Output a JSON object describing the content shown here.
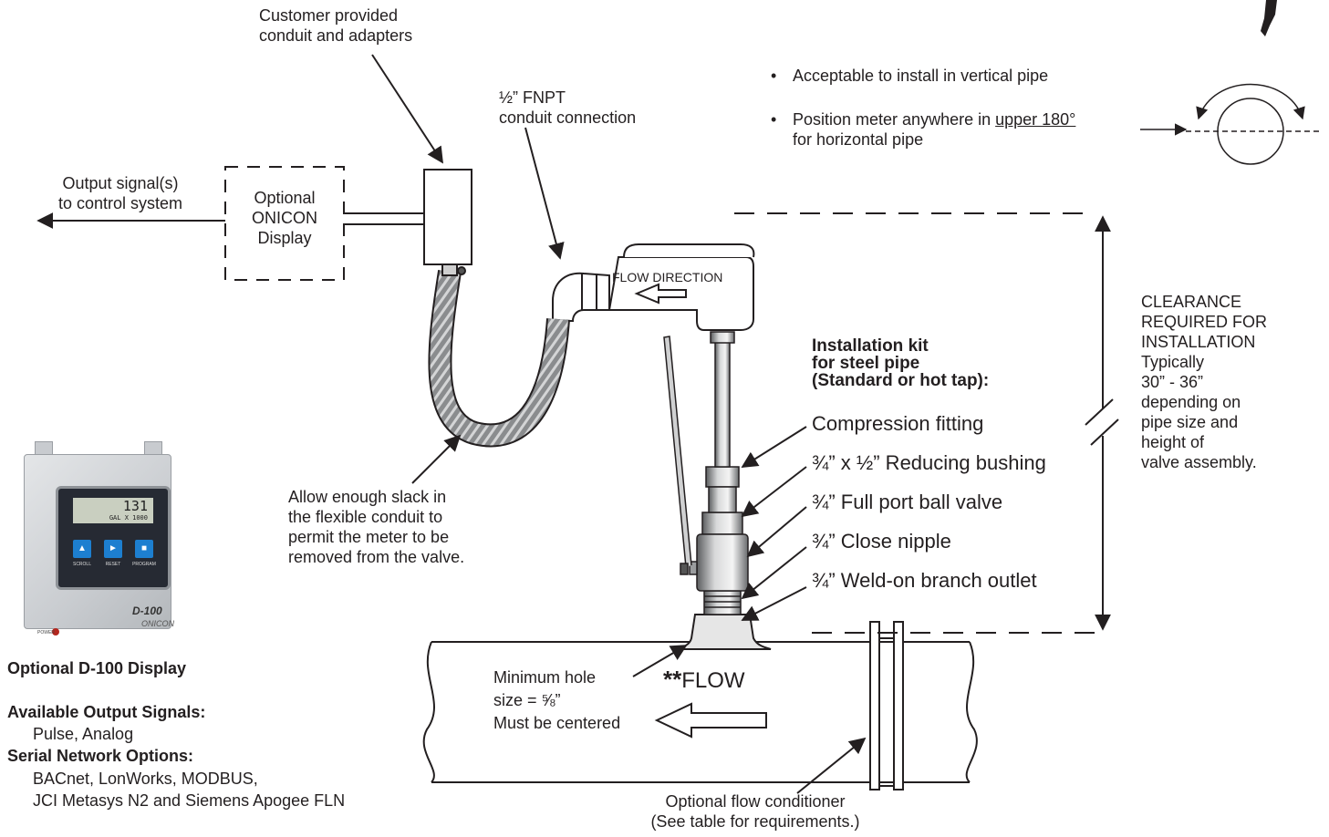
{
  "labels": {
    "conduit_customer": [
      "Customer provided",
      "conduit and adapters"
    ],
    "fnpt": [
      "½” FNPT",
      "conduit connection"
    ],
    "output_signal": [
      "Output signal(s)",
      "to control system"
    ],
    "onicon_display": [
      "Optional",
      "ONICON",
      "Display"
    ],
    "flow_direction": "FLOW DIRECTION",
    "slack_note": [
      "Allow enough slack in",
      "the flexible conduit to",
      "permit the meter to be",
      "removed from the valve."
    ],
    "hole_size": [
      "Minimum hole",
      "size = ⅝”",
      "Must be centered"
    ],
    "flow_stars": "**",
    "flow_word": "FLOW",
    "flow_conditioner": [
      "Optional flow conditioner",
      "(See table for requirements.)"
    ],
    "clearance": [
      "CLEARANCE",
      "REQUIRED FOR",
      "INSTALLATION",
      "Typically",
      "30” - 36”",
      "depending on",
      "pipe size and",
      "height of",
      "valve assembly."
    ]
  },
  "orientation": {
    "bullet": "•",
    "vertical": "Acceptable to install in vertical pipe",
    "position_prefix": "Position meter anywhere in ",
    "position_underlined": "upper 180°",
    "position_suffix": "for horizontal pipe"
  },
  "kit": {
    "heading": [
      "Installation kit",
      "for steel pipe",
      "(Standard or hot tap):"
    ],
    "items": [
      "Compression fitting",
      "¾” x ½” Reducing bushing",
      "¾” Full port ball valve",
      "¾” Close nipple",
      "¾” Weld-on branch outlet"
    ]
  },
  "display_photo": {
    "lcd_value": "131",
    "lcd_unit": "GAL X 1000",
    "buttons": [
      "SCROLL",
      "RESET",
      "PROGRAM"
    ],
    "model": "D-100",
    "brand": "ONICON",
    "power_label": "POWER"
  },
  "sidebar": {
    "display_title": "Optional D-100 Display",
    "outputs_title": "Available Output Signals:",
    "outputs_value": "Pulse, Analog",
    "serial_title": "Serial Network Options:",
    "serial_values": [
      "BACnet, LonWorks, MODBUS,",
      "JCI Metasys N2 and Siemens Apogee FLN"
    ]
  }
}
